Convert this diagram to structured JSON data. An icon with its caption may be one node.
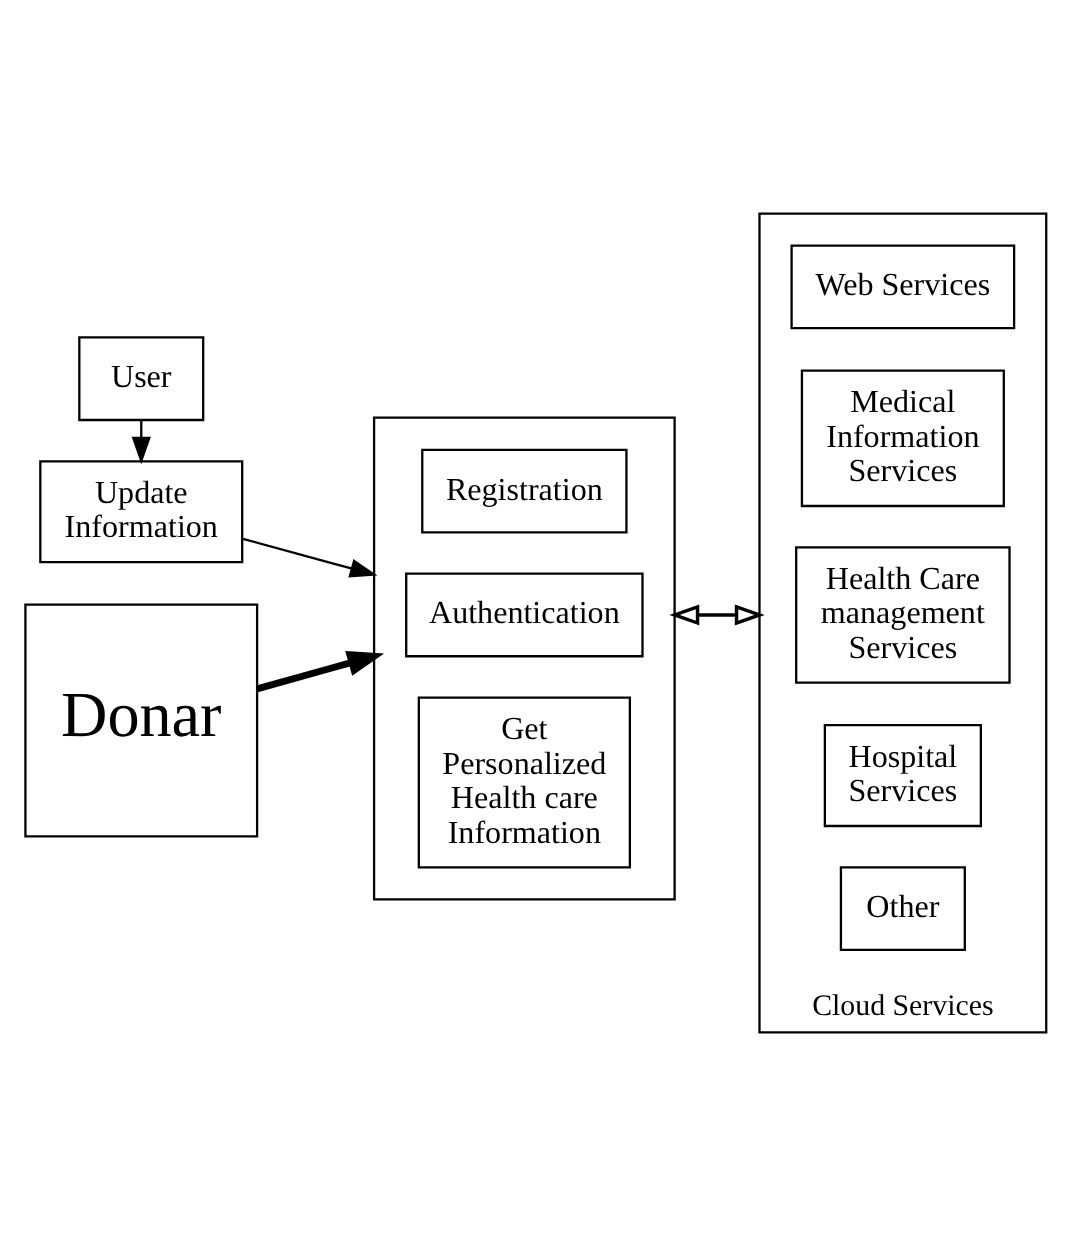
{
  "diagram": {
    "nodes": [
      {
        "text": [
          "User"
        ]
      },
      {
        "text": [
          "Update Information"
        ]
      },
      {
        "text": [
          "Donar"
        ]
      },
      {
        "text": [],
        "shape": "box"
      },
      {
        "text": [
          "Registration"
        ],
        "in": 3
      },
      {
        "text": [
          "Authentication"
        ],
        "in": 3
      },
      {
        "text": [
          "Get Personalized Health care Information"
        ],
        "in": 3
      },
      {
        "text": [
          "Cloud Services"
        ]
      },
      {
        "text": [
          "Web Services"
        ],
        "in": 7
      },
      {
        "text": [
          "Medical Information Services"
        ],
        "in": 7
      },
      {
        "text": [
          "Health Care management Services"
        ],
        "in": 7
      },
      {
        "text": [
          "Hospital Services"
        ],
        "in": 7
      },
      {
        "text": [
          "Other"
        ],
        "in": 7
      }
    ],
    "edges": [
      {
        "from": 0,
        "to": 1,
        "arrow": "to"
      },
      {
        "from": 1,
        "to": 3,
        "arrow": "to"
      },
      {
        "from": 2,
        "to": 3,
        "arrow": "to",
        "style": "thick"
      },
      {
        "from": 3,
        "to": 7,
        "arrow": "both"
      }
    ]
  }
}
